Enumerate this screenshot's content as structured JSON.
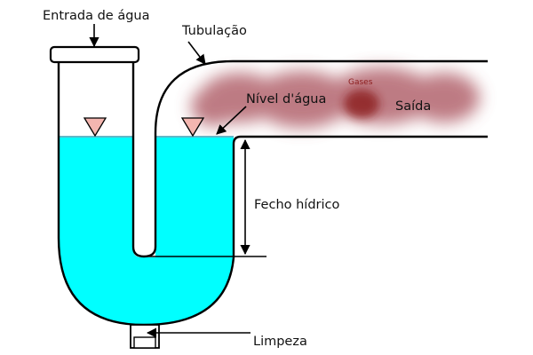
{
  "labels": {
    "water_inlet": "Entrada de água",
    "pipe": "Tubulação",
    "water_level": "Nível d'água",
    "gases": "Gases",
    "outlet": "Saída",
    "water_seal": "Fecho hídrico",
    "cleanout": "Limpeza"
  },
  "colors": {
    "water": "#00ffff",
    "water_surface": "#5fb8c8",
    "gas": "#a8505a",
    "gas_label": "#8b1a1a",
    "level_marker": "#f4b6b0",
    "stroke": "#000000"
  },
  "icons": {
    "level_marker": "inverted-triangle",
    "callout_arrow": "arrow"
  }
}
